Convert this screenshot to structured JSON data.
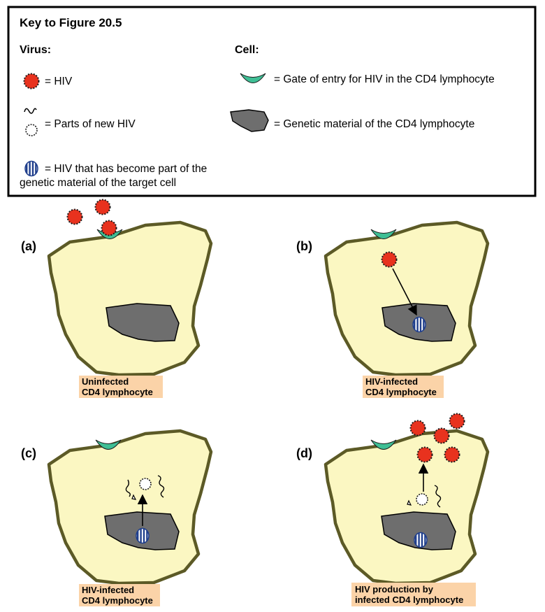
{
  "key": {
    "title": "Key to Figure 20.5",
    "virus_heading": "Virus:",
    "cell_heading": "Cell:",
    "items": {
      "hiv": "= HIV",
      "parts": "= Parts of new HIV",
      "integrated_line1": "= HIV that has become part of the",
      "integrated_line2": "genetic material of the target cell",
      "gate": "= Gate of entry for HIV in the CD4 lymphocyte",
      "genetic": "= Genetic material of the CD4 lymphocyte"
    }
  },
  "panels": {
    "a": {
      "label": "(a)",
      "caption_line1": "Uninfected",
      "caption_line2": "CD4 lymphocyte"
    },
    "b": {
      "label": "(b)",
      "caption_line1": "HIV-infected",
      "caption_line2": "CD4 lymphocyte"
    },
    "c": {
      "label": "(c)",
      "caption_line1": "HIV-infected",
      "caption_line2": "CD4 lymphocyte"
    },
    "d": {
      "label": "(d)",
      "caption_line1": "HIV production by",
      "caption_line2": "infected CD4 lymphocyte"
    }
  },
  "colors": {
    "cell_fill": "#fbf7c2",
    "cell_border": "#5c5a26",
    "nucleus_fill": "#6e6e6e",
    "receptor": "#3fbf95",
    "hiv_red": "#e8321e",
    "integrated_blue": "#1f3e8c",
    "caption_bg": "#fbd3a8"
  }
}
